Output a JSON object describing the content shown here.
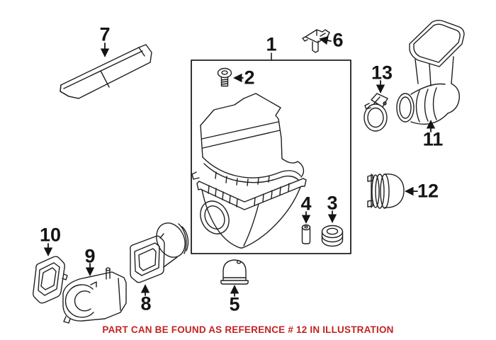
{
  "diagram": {
    "background": "#ffffff",
    "line_color": "#1f1f1f",
    "labels": {
      "part1": "1",
      "part2": "2",
      "part3": "3",
      "part4": "4",
      "part5": "5",
      "part6": "6",
      "part7": "7",
      "part8": "8",
      "part9": "9",
      "part10": "10",
      "part11": "11",
      "part12": "12",
      "part13": "13"
    }
  },
  "caption": {
    "text": "PART CAN BE FOUND AS REFERENCE # 12 IN ILLUSTRATION",
    "color": "#C32323"
  }
}
